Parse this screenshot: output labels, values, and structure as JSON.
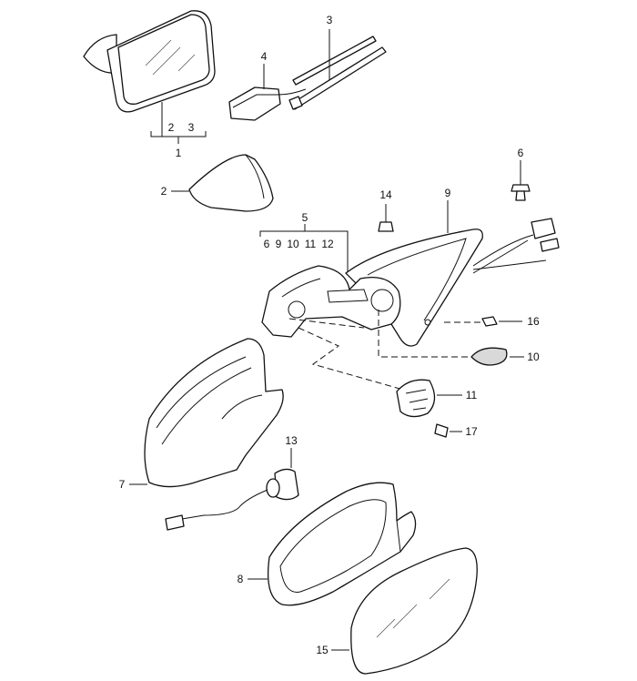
{
  "callouts": {
    "p1": "1",
    "p1_sub_a": "2",
    "p1_sub_b": "3",
    "p2": "2",
    "p3": "3",
    "p4": "4",
    "p5": "5",
    "p5_sub_a": "6",
    "p5_sub_b": "9",
    "p5_sub_c": "10",
    "p5_sub_d": "11",
    "p5_sub_e": "12",
    "p6": "6",
    "p7": "7",
    "p8": "8",
    "p9": "9",
    "p10": "10",
    "p11": "11",
    "p13": "13",
    "p14": "14",
    "p15": "15",
    "p16": "16",
    "p17": "17"
  }
}
